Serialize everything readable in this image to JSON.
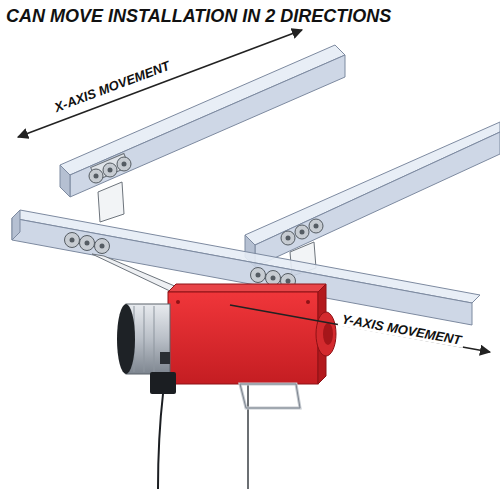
{
  "diagram": {
    "title": "CAN MOVE INSTALLATION IN 2 DIRECTIONS",
    "labels": [
      "X-AXIS MOVEMENT",
      "Y-AXIS MOVEMENT"
    ]
  }
}
